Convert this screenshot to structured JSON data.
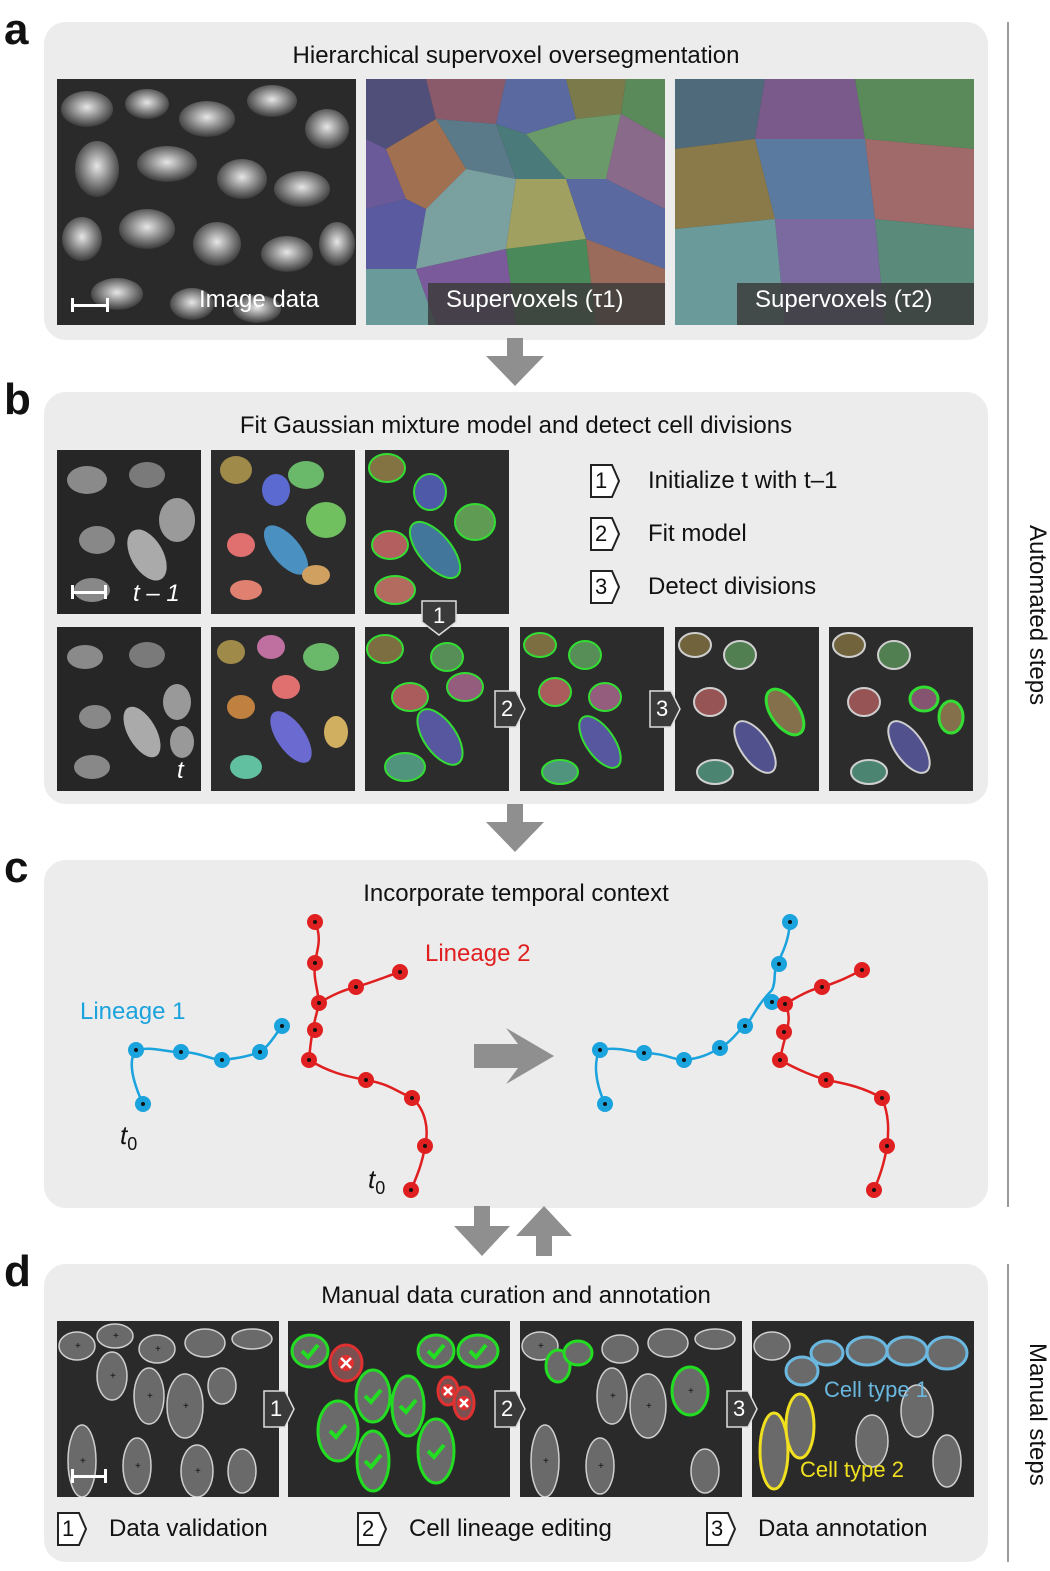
{
  "panel_a": {
    "letter": "a",
    "title": "Hierarchical supervoxel oversegmentation",
    "image_labels": [
      "Image data",
      "Supervoxels (τ1)",
      "Supervoxels (τ2)"
    ]
  },
  "panel_b": {
    "letter": "b",
    "title": "Fit Gaussian mixture model and detect cell divisions",
    "frame_labels": [
      "t – 1",
      "t"
    ],
    "steps": [
      {
        "num": "1",
        "label": "Initialize t with t–1"
      },
      {
        "num": "2",
        "label": "Fit model"
      },
      {
        "num": "3",
        "label": "Detect divisions"
      }
    ],
    "badges": [
      "1",
      "2",
      "3"
    ]
  },
  "panel_c": {
    "letter": "c",
    "title": "Incorporate temporal context",
    "lineage1": "Lineage 1",
    "lineage2": "Lineage 2",
    "t0": "t",
    "t0_sub": "0",
    "colors": {
      "lineage1": "#1aa3dd",
      "lineage2": "#e02020"
    }
  },
  "panel_d": {
    "letter": "d",
    "title": "Manual data curation and annotation",
    "badges": [
      "1",
      "2",
      "3"
    ],
    "cell_type_1": "Cell type 1",
    "cell_type_2": "Cell type 2",
    "steps": [
      {
        "num": "1",
        "label": "Data validation"
      },
      {
        "num": "2",
        "label": "Cell lineage editing"
      },
      {
        "num": "3",
        "label": "Data annotation"
      }
    ],
    "colors": {
      "cell_type_1": "#6ab8e0",
      "cell_type_2": "#f0e020",
      "valid": "#22dd22",
      "invalid": "#e03030"
    }
  },
  "side_labels": {
    "automated": "Automated steps",
    "manual": "Manual steps"
  }
}
